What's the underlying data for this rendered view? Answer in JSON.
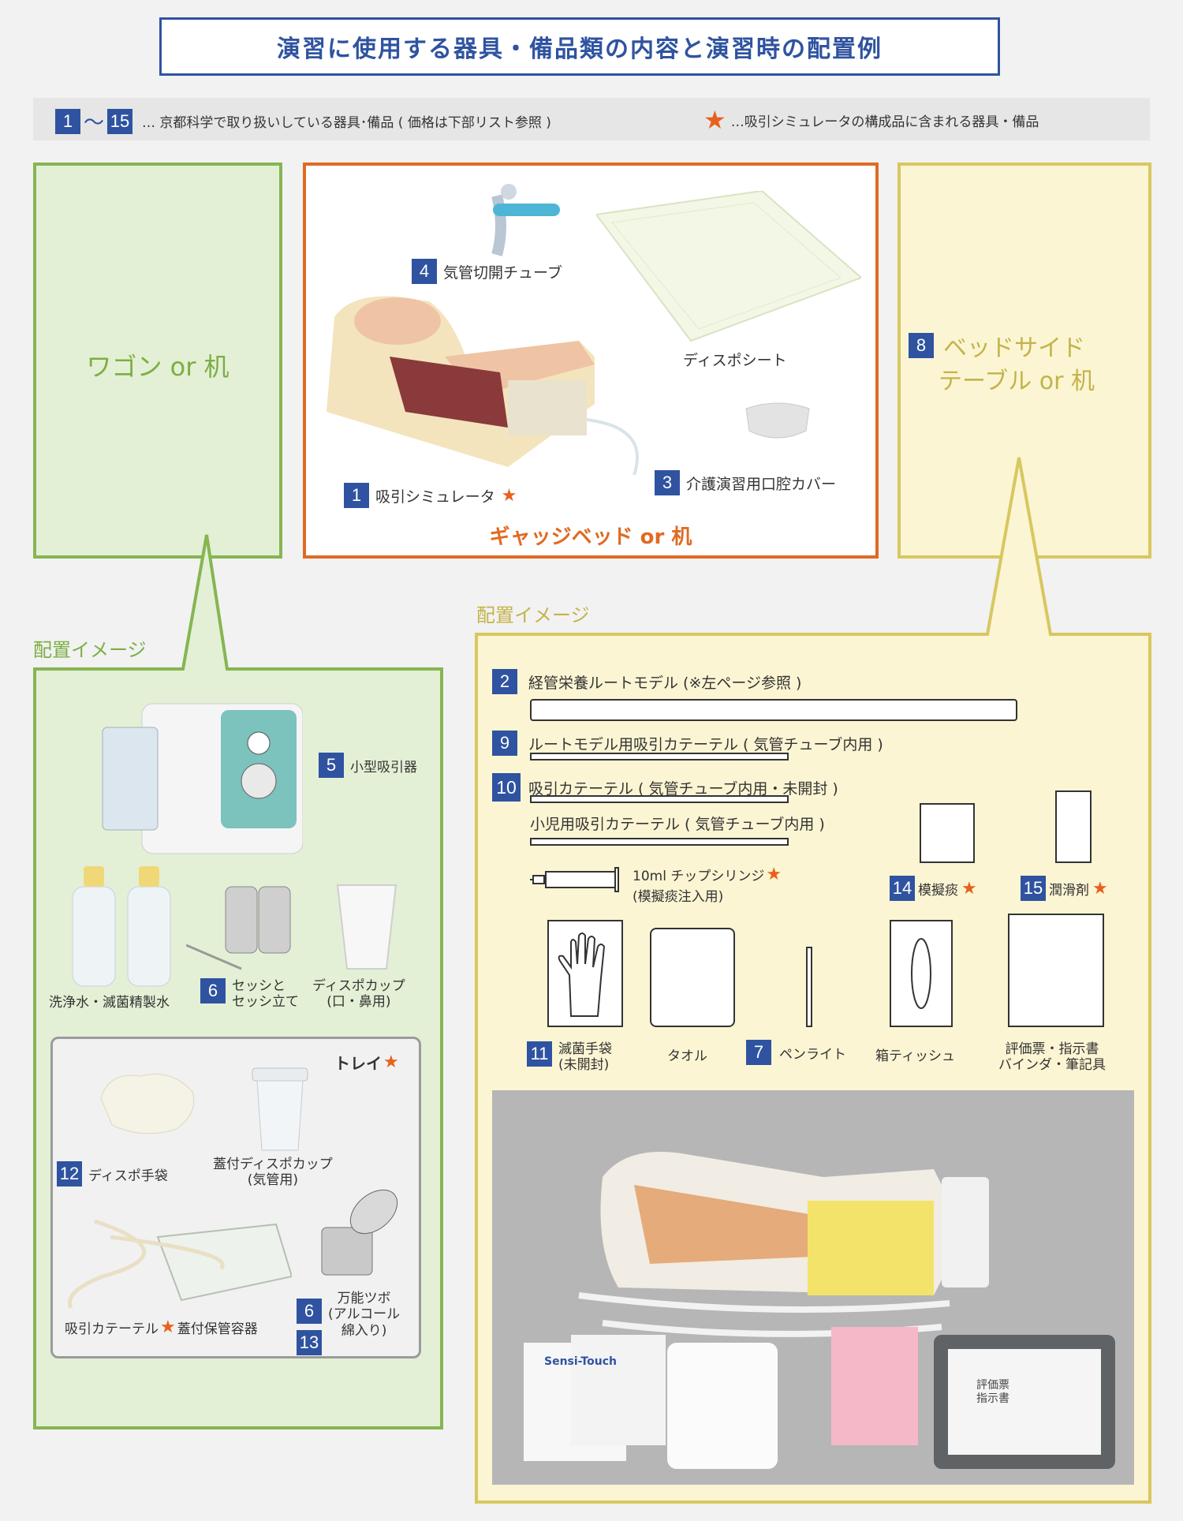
{
  "title": "演習に使用する器具・備品類の内容と演習時の配置例",
  "legend": {
    "range_start": "1",
    "range_sep": "～",
    "range_end": "15",
    "range_text": "… 京都科学で取り扱いしている器具･備品 ( 価格は下部リスト参照 )",
    "star_text": "…吸引シミュレータの構成品に含まれる器具・備品"
  },
  "wagon": {
    "label": "ワゴン or 机",
    "placement_label": "配置イメージ",
    "items": {
      "suction_num": "5",
      "suction_label": "小型吸引器",
      "water_label": "洗浄水・滅菌精製水",
      "sessi_num": "6",
      "sessi_label": "セッシと\nセッシ立て",
      "cup_label": "ディスポカップ\n(口・鼻用)"
    },
    "tray": {
      "title": "トレイ",
      "gloves_num": "12",
      "gloves_label": "ディスポ手袋",
      "lidcup_label": "蓋付ディスポカップ\n(気管用)",
      "catheter_label": "吸引カテーテル",
      "container_label": "蓋付保管容器",
      "pot_num1": "6",
      "pot_num2": "13",
      "pot_label": "万能ツボ\n(アルコール\n綿入り)"
    }
  },
  "gatch": {
    "label": "ギャッジベッド or 机",
    "items": {
      "tube_num": "4",
      "tube_label": "気管切開チューブ",
      "sheet_label": "ディスポシート",
      "sim_num": "1",
      "sim_label": "吸引シミュレータ",
      "mouth_num": "3",
      "mouth_label": "介護演習用口腔カバー"
    }
  },
  "side": {
    "num": "8",
    "label_line1": "ベッドサイド",
    "label_line2": "テーブル or 机",
    "placement_label": "配置イメージ",
    "items": {
      "route_num": "2",
      "route_label": "経管栄養ルートモデル (※左ページ参照 )",
      "cath9_num": "9",
      "cath9_label": "ルートモデル用吸引カテーテル ( 気管チューブ内用 )",
      "cath10_num": "10",
      "cath10_label": "吸引カテーテル ( 気管チューブ内用・未開封 )",
      "child_label": "小児用吸引カテーテル ( 気管チューブ内用 )",
      "syringe_label": "10ml チップシリンジ",
      "syringe_sub": "(模擬痰注入用)",
      "phlegm_num": "14",
      "phlegm_label": "模擬痰",
      "lube_num": "15",
      "lube_label": "潤滑剤",
      "glove_num": "11",
      "glove_label": "滅菌手袋\n(未開封)",
      "towel_label": "タオル",
      "light_num": "7",
      "light_label": "ペンライト",
      "tissue_label": "箱ティッシュ",
      "binder_label": "評価票・指示書\nバインダ・筆記具"
    },
    "photo_text": {
      "glove_brand": "Sensi-Touch",
      "binder_text": "評価票\n指示書"
    }
  },
  "colors": {
    "blue": "#2f53a0",
    "orange": "#e06a22",
    "green": "#86b552",
    "yellow": "#d8c760"
  }
}
